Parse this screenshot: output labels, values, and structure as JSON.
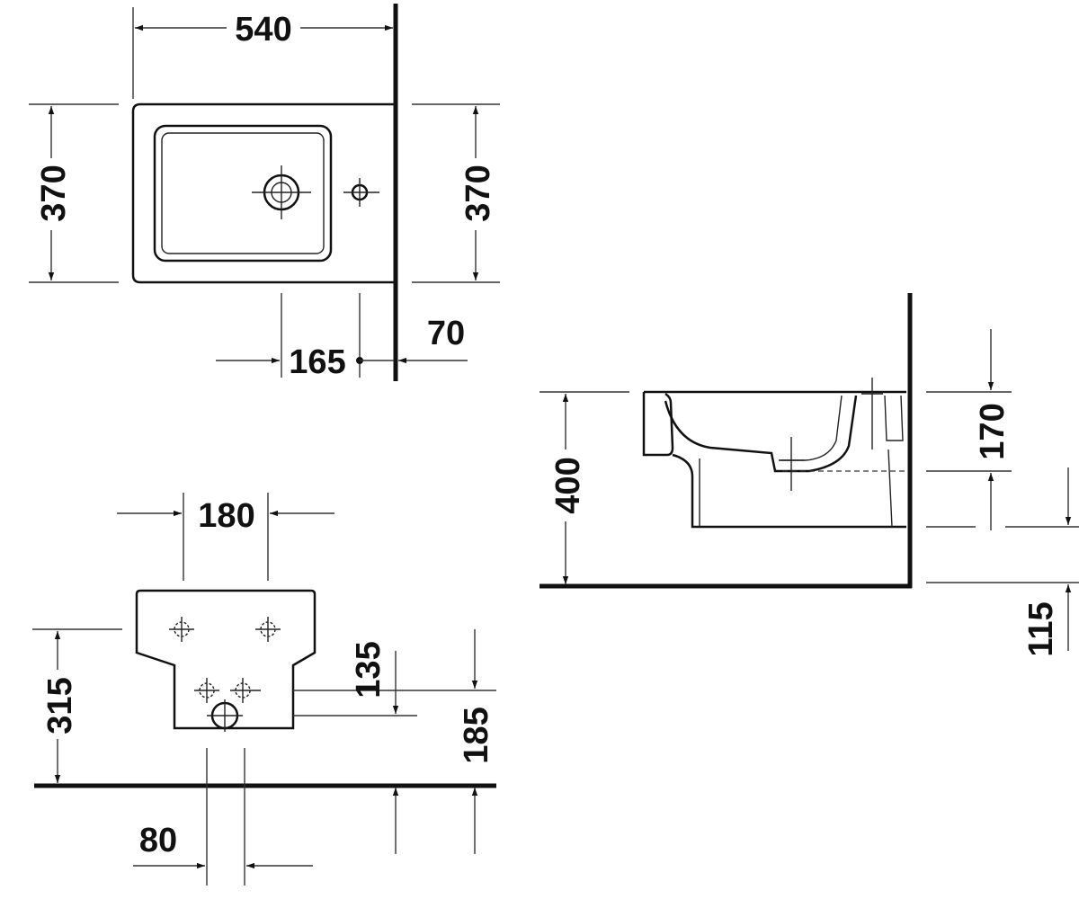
{
  "drawing": {
    "top_view": {
      "width": "540",
      "depth_left": "370",
      "depth_right": "370",
      "tap_offset": "165",
      "wall_gap": "70"
    },
    "front_view": {
      "fixing_spacing": "180",
      "height_to_fixings": "315",
      "waste_offset_a": "135",
      "waste_height": "185",
      "waste_width": "80"
    },
    "side_view": {
      "rim_height": "400",
      "bowl_depth": "170",
      "drain_height": "115"
    }
  }
}
